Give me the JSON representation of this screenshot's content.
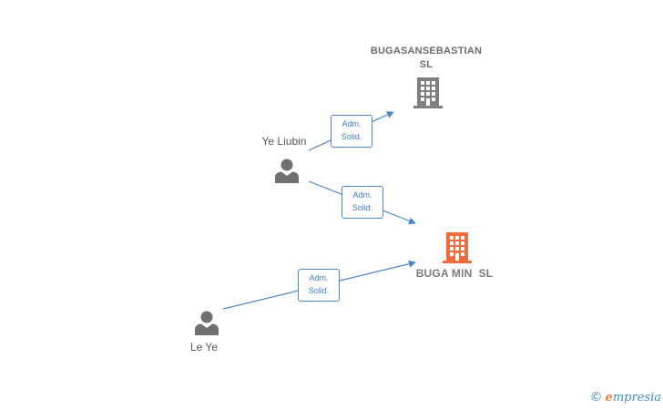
{
  "companies": [
    {
      "id": "bugasansebastian",
      "name_line1": "BUGASANSEBASTIAN",
      "name_line2": "SL",
      "color": "#7f7f7f"
    },
    {
      "id": "buga-min",
      "name": "BUGA MIN  SL",
      "color": "#f26b3a"
    }
  ],
  "people": [
    {
      "id": "ye-liubin",
      "name": "Ye Liubin"
    },
    {
      "id": "le-ye",
      "name": "Le Ye"
    }
  ],
  "relations": [
    {
      "from": "ye-liubin",
      "to": "bugasansebastian",
      "line1": "Adm.",
      "line2": "Solid."
    },
    {
      "from": "ye-liubin",
      "to": "buga-min",
      "line1": "Adm.",
      "line2": "Solid."
    },
    {
      "from": "le-ye",
      "to": "buga-min",
      "line1": "Adm.",
      "line2": "Solid."
    }
  ],
  "colors": {
    "edge": "#4a86c8",
    "person_icon": "#707070"
  },
  "credit": {
    "symbol": "©",
    "brand_initial": "e",
    "brand_rest": "mpresia"
  }
}
